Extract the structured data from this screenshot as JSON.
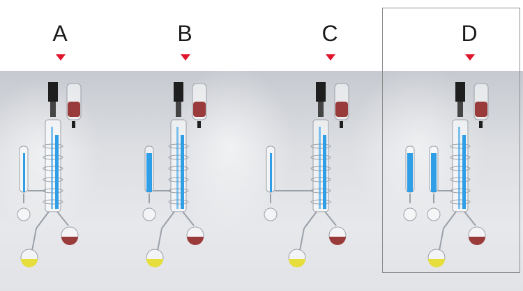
{
  "options": [
    {
      "id": "A",
      "label": "A",
      "lower_receivers": 1
    },
    {
      "id": "B",
      "label": "B",
      "lower_receivers": 1
    },
    {
      "id": "C",
      "label": "C",
      "lower_receivers": 1
    },
    {
      "id": "D",
      "label": "D",
      "lower_receivers": 2
    }
  ],
  "selected": "D",
  "colors": {
    "marker": "#e0142b",
    "coolant": "#2e9ee6",
    "residue": "#9a3b3b",
    "distillate": "#e6de3c",
    "motor": "#1e1e1e",
    "selection_border": "#8c8c8c"
  }
}
